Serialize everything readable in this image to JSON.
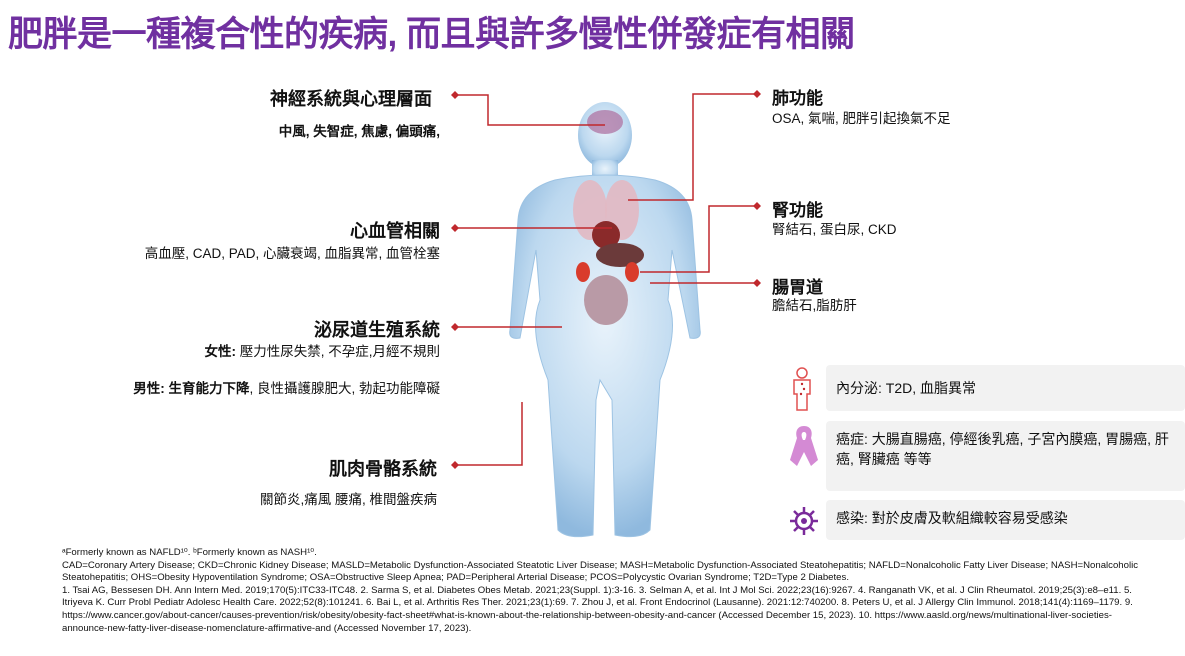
{
  "title": "肥胖是一種複合性的疾病, 而且與許多慢性併發症有相關",
  "left": {
    "neuro": {
      "title": "神經系統與心理層面",
      "detail": "中風, 失智症, 焦慮, 偏頭痛,"
    },
    "cardio": {
      "title": "心血管相關",
      "detail": "高血壓, CAD, PAD, 心臟衰竭, 血脂異常, 血管栓塞"
    },
    "uro": {
      "title": "泌尿道生殖系統",
      "female_label": "女性:",
      "female_detail": " 壓力性尿失禁, 不孕症,月經不規則",
      "male_label": "男性: 生育能力下降",
      "male_detail": ", 良性攝護腺肥大, 勃起功能障礙"
    },
    "musculo": {
      "title": "肌肉骨骼系統",
      "detail": "關節炎,痛風 腰痛, 椎間盤疾病"
    }
  },
  "right": {
    "lung": {
      "title": "肺功能",
      "detail": "OSA, 氣喘, 肥胖引起換氣不足"
    },
    "kidney": {
      "title": "腎功能",
      "detail": "腎結石, 蛋白尿, CKD"
    },
    "gi": {
      "title": "腸胃道",
      "detail": "膽結石,脂肪肝"
    }
  },
  "boxes": [
    {
      "icon": "body-endocrine-icon",
      "text": "內分泌: T2D, 血脂異常"
    },
    {
      "icon": "cancer-ribbon-icon",
      "text": "癌症: 大腸直腸癌, 停經後乳癌, 子宮內膜癌, 胃腸癌, 肝癌, 腎臟癌  等等"
    },
    {
      "icon": "virus-icon",
      "text": "感染: 對於皮膚及軟組織較容易受感染"
    }
  ],
  "colors": {
    "title": "#7030a0",
    "line": "#c0282d",
    "box": "#f2f2f2",
    "ribbon": "#d48ad4",
    "virus": "#7a2a9a"
  },
  "footnotes": [
    "ᵃFormerly known as NAFLD¹⁰. ᵇFormerly known as NASH¹⁰.",
    "CAD=Coronary Artery Disease; CKD=Chronic Kidney Disease; MASLD=Metabolic Dysfunction-Associated Steatotic Liver Disease; MASH=Metabolic Dysfunction-Associated Steatohepatitis; NAFLD=Nonalcoholic Fatty Liver Disease; NASH=Nonalcoholic",
    "Steatohepatitis; OHS=Obesity Hypoventilation Syndrome; OSA=Obstructive Sleep Apnea; PAD=Peripheral Arterial Disease; PCOS=Polycystic Ovarian Syndrome; T2D=Type 2 Diabetes.",
    "1. Tsai AG, Bessesen DH. Ann Intern Med. 2019;170(5):ITC33-ITC48. 2. Sarma S, et al. Diabetes Obes Metab. 2021;23(Suppl. 1):3-16. 3. Selman A, et al. Int J Mol Sci. 2022;23(16):9267. 4. Ranganath VK, et al. J Clin Rheumatol. 2019;25(3):e8–e11. 5.",
    "Itriyeva K. Curr Probl Pediatr Adolesc Health Care. 2022;52(8):101241. 6. Bai L, et al. Arthritis Res Ther. 2021;23(1):69. 7. Zhou J, et al. Front Endocrinol (Lausanne). 2021:12:740200. 8. Peters U, et al. J Allergy Clin Immunol. 2018;141(4):1169–1179. 9.",
    "https://www.cancer.gov/about-cancer/causes-prevention/risk/obesity/obesity-fact-sheet#what-is-known-about-the-relationship-between-obesity-and-cancer (Accessed December 15, 2023). 10. https://www.aasld.org/news/multinational-liver-societies-",
    "announce-new-fatty-liver-disease-nomenclature-affirmative-and (Accessed November 17, 2023)."
  ]
}
